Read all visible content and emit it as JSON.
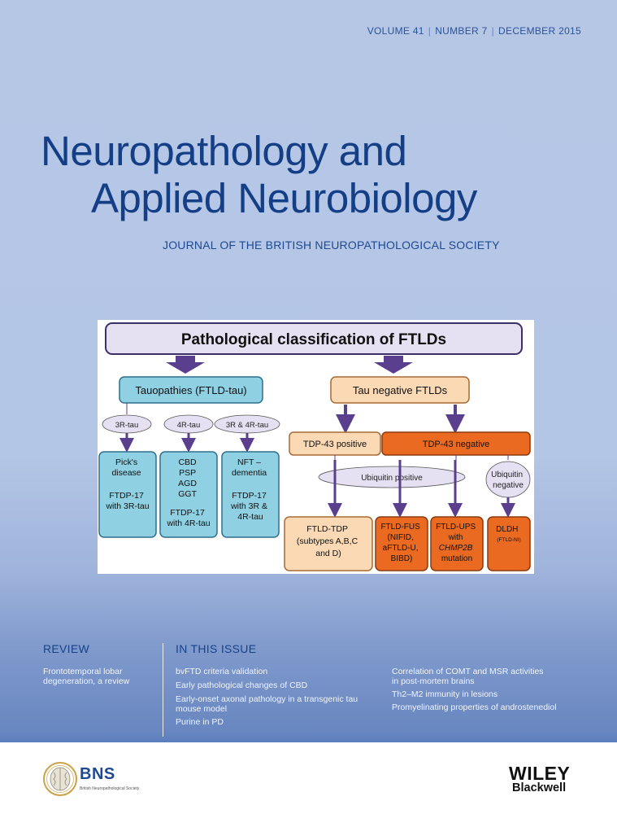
{
  "header": {
    "volume": "VOLUME 41",
    "number": "NUMBER 7",
    "date": "DECEMBER 2015",
    "sep": "|"
  },
  "journal": {
    "title_line1": "Neuropathology and",
    "title_line2": "Applied Neurobiology",
    "subtitle": "JOURNAL OF THE BRITISH NEUROPATHOLOGICAL SOCIETY"
  },
  "figure": {
    "heading": "Pathological classification of FTLDs",
    "tauopathies": "Tauopathies (FTLD-tau)",
    "tau_negative": "Tau negative FTLDs",
    "tau_3r": "3R-tau",
    "tau_4r": "4R-tau",
    "tau_3r4r": "3R  & 4R-tau",
    "picks": [
      "Pick's",
      "disease",
      "",
      "FTDP-17",
      "with 3R-tau"
    ],
    "cbd": [
      "CBD",
      "PSP",
      "AGD",
      "GGT",
      "",
      "FTDP-17",
      "with 4R-tau"
    ],
    "nft": [
      "NFT –",
      "dementia",
      "",
      "FTDP-17",
      "with 3R &",
      "4R-tau"
    ],
    "tdp_pos": "TDP-43 positive",
    "tdp_neg": "TDP-43 negative",
    "ubi_pos": "Ubiquitin positive",
    "ubi_neg": [
      "Ubiquitin",
      "negative"
    ],
    "ftld_tdp": [
      "FTLD-TDP",
      "(subtypes A,B,C",
      "and D)"
    ],
    "ftld_fus": [
      "FTLD-FUS",
      "(NIFID,",
      "aFTLD-U,",
      "BIBD)"
    ],
    "ftld_ups": [
      "FTLD-UPS",
      "with",
      "CHMP2B",
      "mutation"
    ],
    "dldh": [
      "DLDH",
      "(FTLD-NI)"
    ],
    "colors": {
      "arrow": "#5b3f8f",
      "blue": "#8fd0e3",
      "peach": "#fbd9b4",
      "orange": "#ea6a21",
      "lavender": "#e6e1f2"
    }
  },
  "review": {
    "heading": "REVIEW",
    "item": [
      "Frontotemporal lobar",
      "degeneration, a review"
    ]
  },
  "issue": {
    "heading": "IN THIS ISSUE",
    "left": [
      "bvFTD criteria validation",
      "Early pathological changes of CBD",
      "Early-onset axonal pathology in a transgenic tau",
      "mouse model",
      "Purine in PD"
    ],
    "right": [
      "Correlation of COMT and MSR activities",
      "in post-mortem brains",
      "Th2–M2 immunity in lesions",
      "Promyelinating properties of androstenediol"
    ]
  },
  "logos": {
    "bns": "BNS",
    "bns_sub": "British Neuropathological Society",
    "wiley": "WILEY",
    "blackwell": "Blackwell"
  }
}
